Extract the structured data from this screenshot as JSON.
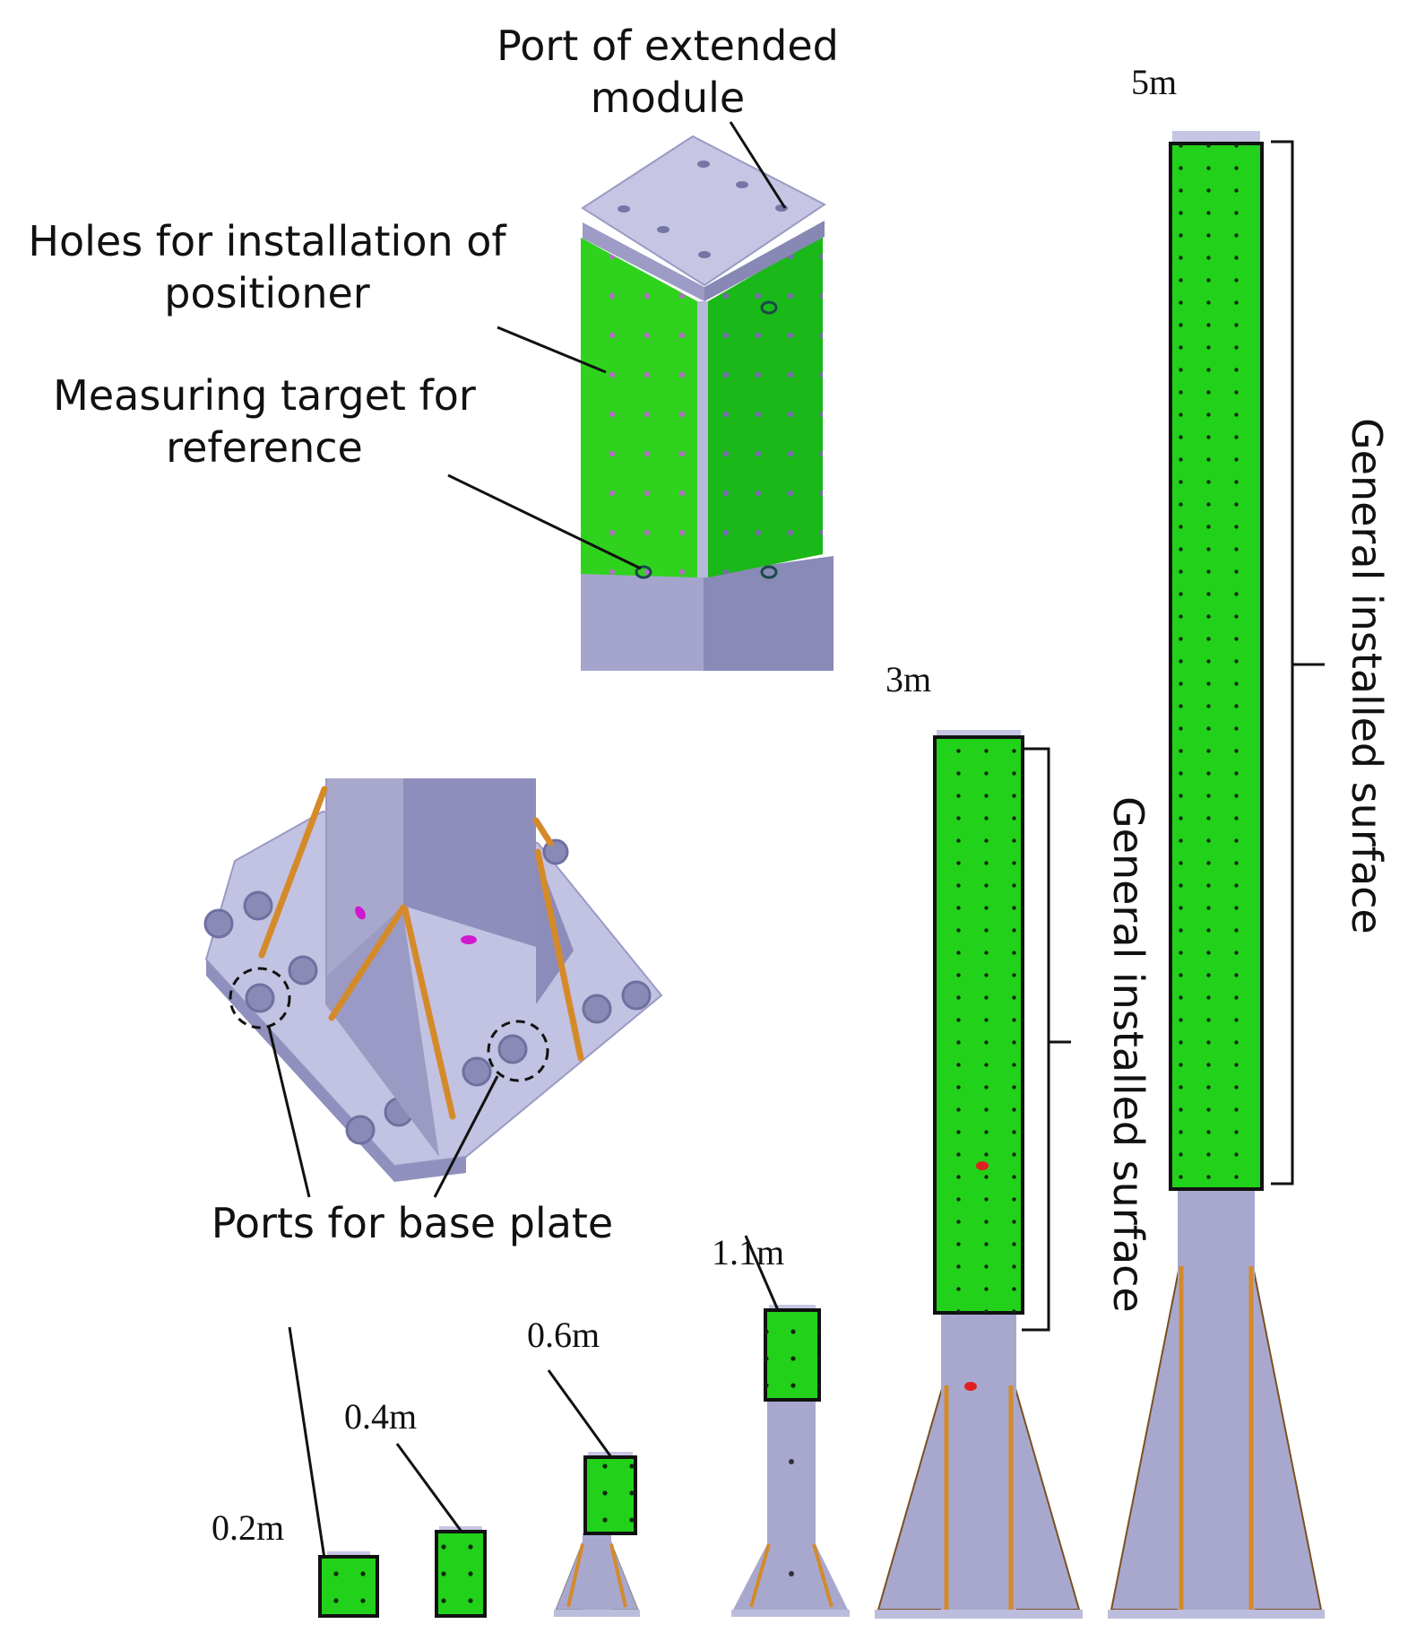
{
  "labels": {
    "port_extended": [
      "Port of extended",
      "module"
    ],
    "holes_positioner": [
      "Holes for installation of",
      "positioner"
    ],
    "measuring_target": [
      "Measuring target for",
      "reference"
    ],
    "ports_base_plate": "Ports for base plate",
    "general_surface_5m": "General installed surface",
    "general_surface_3m": "General installed surface"
  },
  "heights": {
    "h_02": "0.2m",
    "h_04": "0.4m",
    "h_06": "0.6m",
    "h_11": "1.1m",
    "h_3": "3m",
    "h_5": "5m"
  },
  "colors": {
    "panel_green": "#22d11a",
    "metal_lavender": "#a8a8cf",
    "metal_top": "#c4c4e3",
    "rib_orange": "#d58a2a",
    "target_red": "#e02020"
  }
}
